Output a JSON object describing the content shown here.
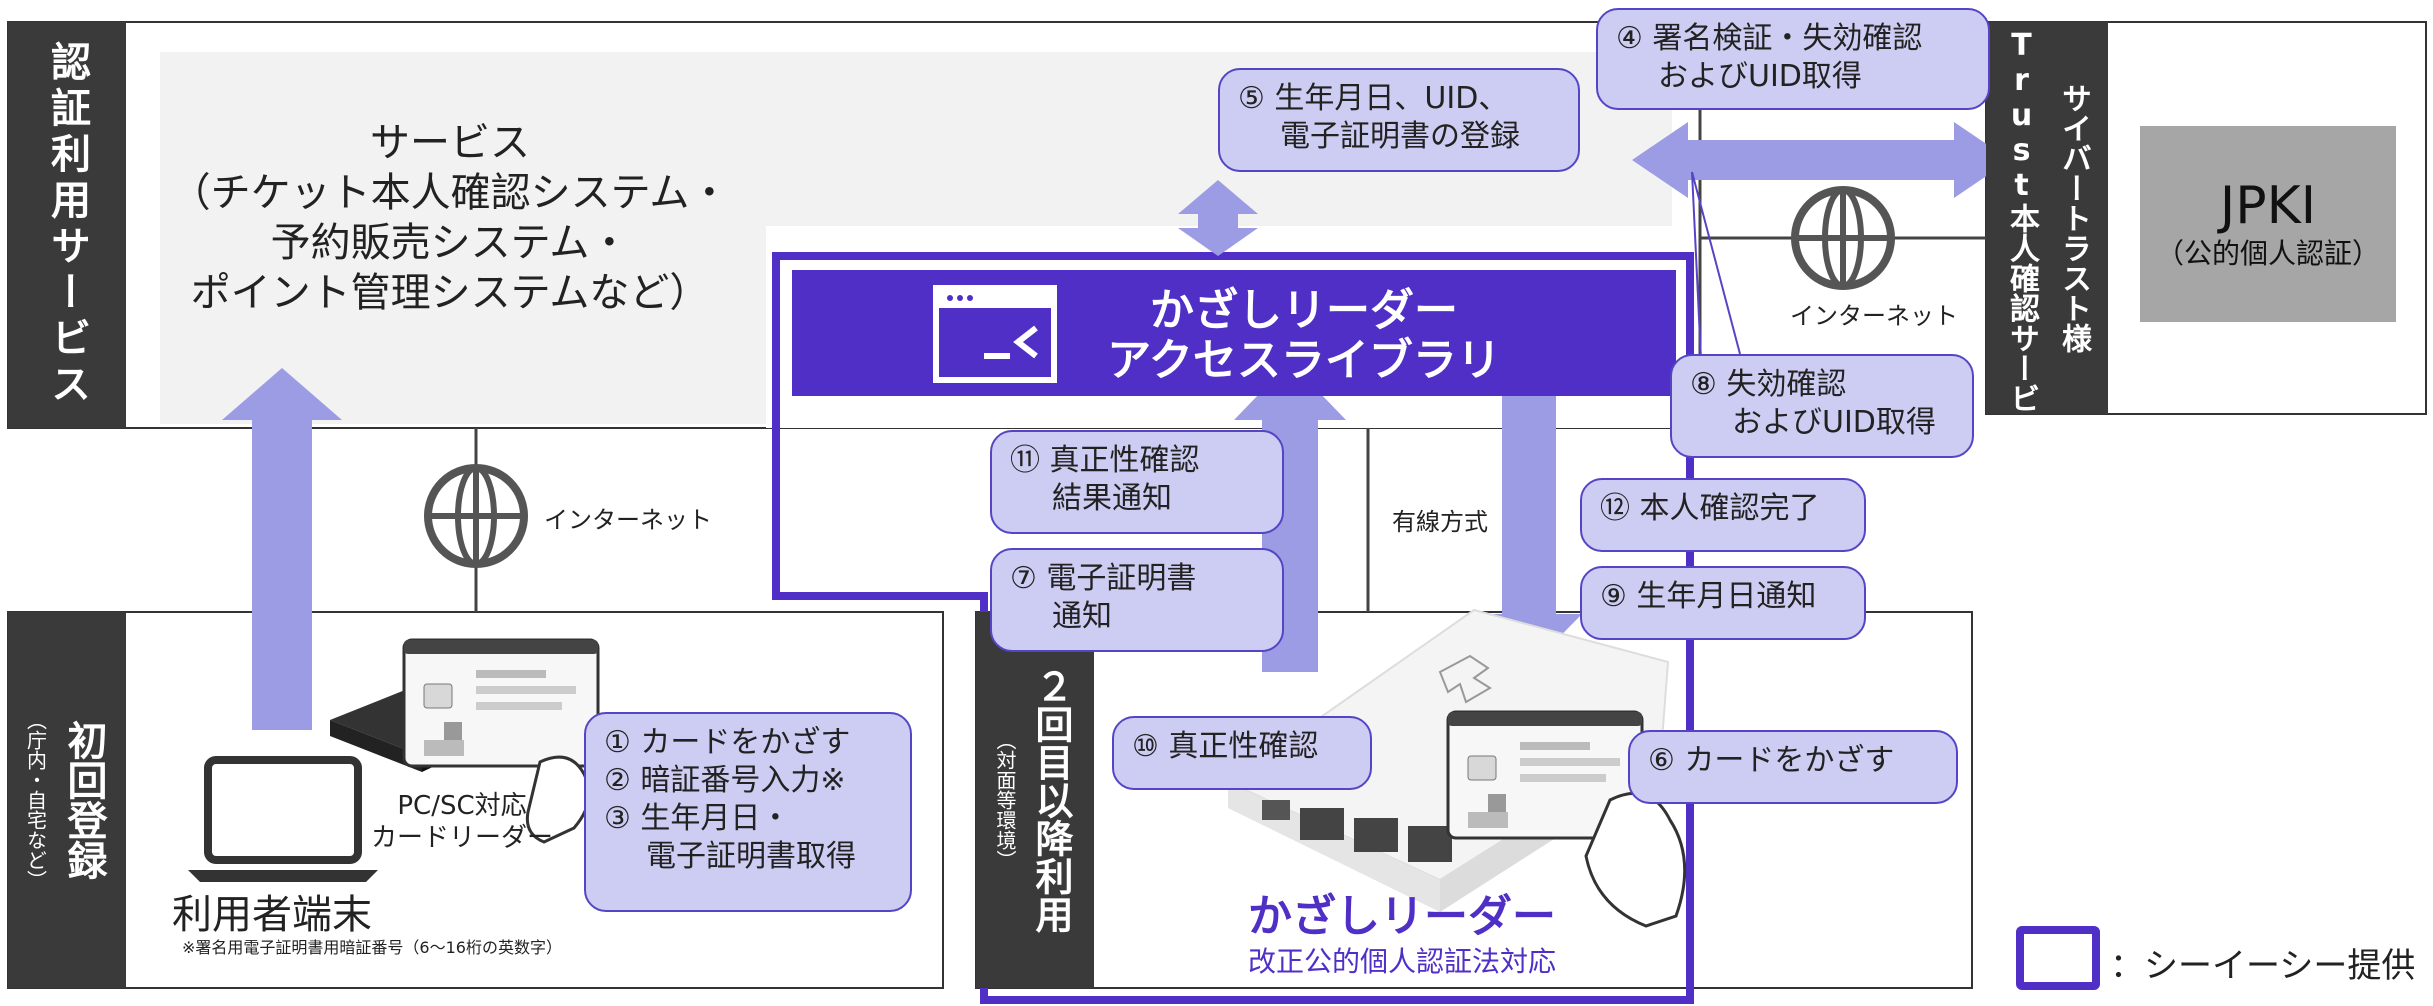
{
  "colors": {
    "accent": "#4f2fc6",
    "arrow": "#9c9ce4",
    "callout_fill": "#cdcdf3",
    "callout_border": "#5545c5",
    "dark_bar": "#3a3a3a",
    "service_bg": "#f2f2f2",
    "jpki_bg": "#a6a6a6"
  },
  "auth_service": {
    "label": "認証利用サービス",
    "service_title": "サービス",
    "service_lines": [
      "（チケット本人確認システム・",
      "予約販売システム・",
      "ポイント管理システムなど）"
    ]
  },
  "cybertrust": {
    "label_line1": "サイバートラスト様",
    "label_line2": "iTrust本人確認サービス",
    "jpki_title": "JPKI",
    "jpki_subtitle": "（公的個人認証）"
  },
  "library": {
    "line1": "かざしリーダー",
    "line2": "アクセスライブラリ",
    "icon": "terminal-window-icon"
  },
  "networks": {
    "internet_left": "インターネット",
    "internet_right": "インターネット",
    "wired": "有線方式",
    "icon": "globe-icon"
  },
  "first_registration": {
    "label": "初回登録",
    "sublabel": "（庁内・自宅など）",
    "device_label": "利用者端末",
    "reader_label_line1": "PC/SC対応",
    "reader_label_line2": "カードリーダー",
    "footnote": "※署名用電子証明書用暗証番号（6～16桁の英数字）"
  },
  "repeat_use": {
    "label": "２回目以降利用",
    "sublabel": "（対面等環境）",
    "product_name": "かざしリーダー",
    "product_sub": "改正公的個人認証法対応"
  },
  "callouts": {
    "step1": "① カードをかざす",
    "step2": "② 暗証番号入力※",
    "step3_line1": "③ 生年月日・",
    "step3_line2": "電子証明書取得",
    "step4_line1": "④ 署名検証・失効確認",
    "step4_line2": "およびUID取得",
    "step5_line1": "⑤ 生年月日、UID、",
    "step5_line2": "電子証明書の登録",
    "step6": "⑥ カードをかざす",
    "step7_line1": "⑦ 電子証明書",
    "step7_line2": "通知",
    "step8_line1": "⑧ 失効確認",
    "step8_line2": "およびUID取得",
    "step9": "⑨ 生年月日通知",
    "step10": "⑩ 真正性確認",
    "step11_line1": "⑪ 真正性確認",
    "step11_line2": "結果通知",
    "step12": "⑫ 本人確認完了"
  },
  "legend": {
    "label": "：シーイーシー提供"
  }
}
